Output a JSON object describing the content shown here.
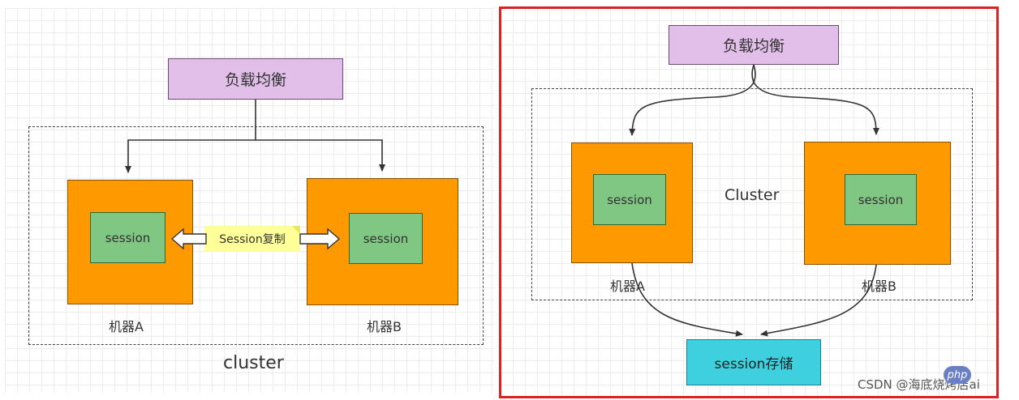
{
  "left_diagram": {
    "load_balancer": "负载均衡",
    "session_a": "session",
    "session_b": "session",
    "replication_label": "Session复制",
    "machine_a": "机器A",
    "machine_b": "机器B",
    "cluster_label": "cluster"
  },
  "right_diagram": {
    "load_balancer": "负载均衡",
    "session_a": "session",
    "session_b": "session",
    "cluster_label": "Cluster",
    "machine_a": "机器A",
    "machine_b": "机器B",
    "session_store": "session存储",
    "highlight_color": "#e02020"
  },
  "watermark": {
    "text": "CSDN @海底烧烤店ai",
    "badge": "php"
  },
  "colors": {
    "load_balancer_fill": "#e1bfe8",
    "machine_fill": "#ff9900",
    "session_fill": "#81c784",
    "storage_fill": "#3fd0e0",
    "note_fill": "#ffff99"
  }
}
